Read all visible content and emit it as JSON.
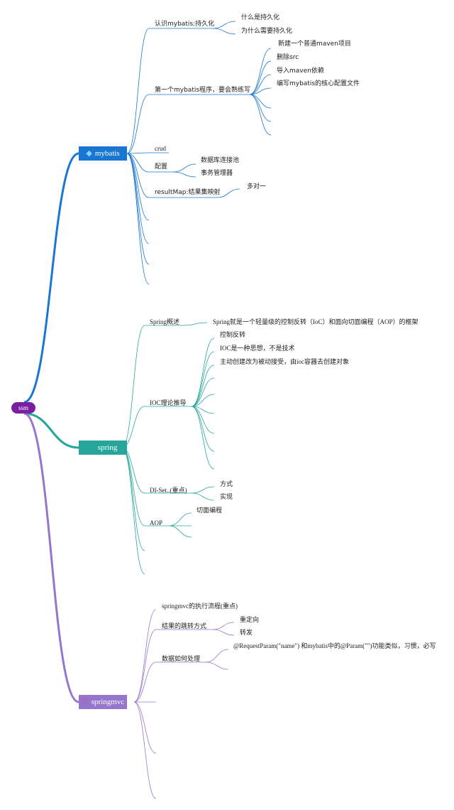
{
  "root": {
    "label": "ssm",
    "color": "#7b1fa2"
  },
  "branches": {
    "mybatis": {
      "label": "mybatis",
      "color": "#1976d2",
      "icon": "diamond-icon",
      "topics": {
        "persistence": {
          "label": "认识mybatis:持久化",
          "children": [
            "什么是持久化",
            "为什么需要持久化"
          ]
        },
        "first_program": {
          "label": "第一个mybatis程序，要会熟练写",
          "children": [
            "新建一个普通maven项目",
            "删除src",
            "导入maven依赖",
            "编写mybatis的核心配置文件"
          ]
        },
        "crud": {
          "label": "crud"
        },
        "config": {
          "label": "配置",
          "children": [
            "数据库连接池",
            "事务管理器"
          ]
        },
        "result_map": {
          "label": "resultMap:结果集映射",
          "children": [
            "多对一"
          ]
        }
      }
    },
    "spring": {
      "label": "spring",
      "color": "#26a69a",
      "icon": "leaf-icon",
      "topics": {
        "overview": {
          "label": "Spring概述",
          "children": [
            "Spring就是一个轻量级的控制反转（IoC）和面向切面编程（AOP）的框架"
          ]
        },
        "ioc": {
          "label": "IOC理论推导",
          "children": [
            "控制反转",
            "IOC是一种思想，不是技术",
            "主动创建改为被动接受，由ioc容器去创建对象"
          ]
        },
        "di": {
          "label": "DI-Set..(重点)",
          "children": [
            "方式",
            "实现"
          ]
        },
        "aop": {
          "label": "AOP",
          "children": [
            "切面编程"
          ]
        }
      }
    },
    "springmvc": {
      "label": "springmvc",
      "color": "#9575cd",
      "icon": "heart-icon",
      "topics": {
        "flow": {
          "label": "springmvc的执行流程(重点)"
        },
        "redirect": {
          "label": "结果的跳转方式",
          "children": [
            "重定向",
            "转发"
          ]
        },
        "data": {
          "label": "数据如何处理",
          "children": [
            "@RequestParam(\"name\") 和mybatis中的@Param(\"\")功能类似，习惯，必写"
          ]
        }
      }
    }
  }
}
